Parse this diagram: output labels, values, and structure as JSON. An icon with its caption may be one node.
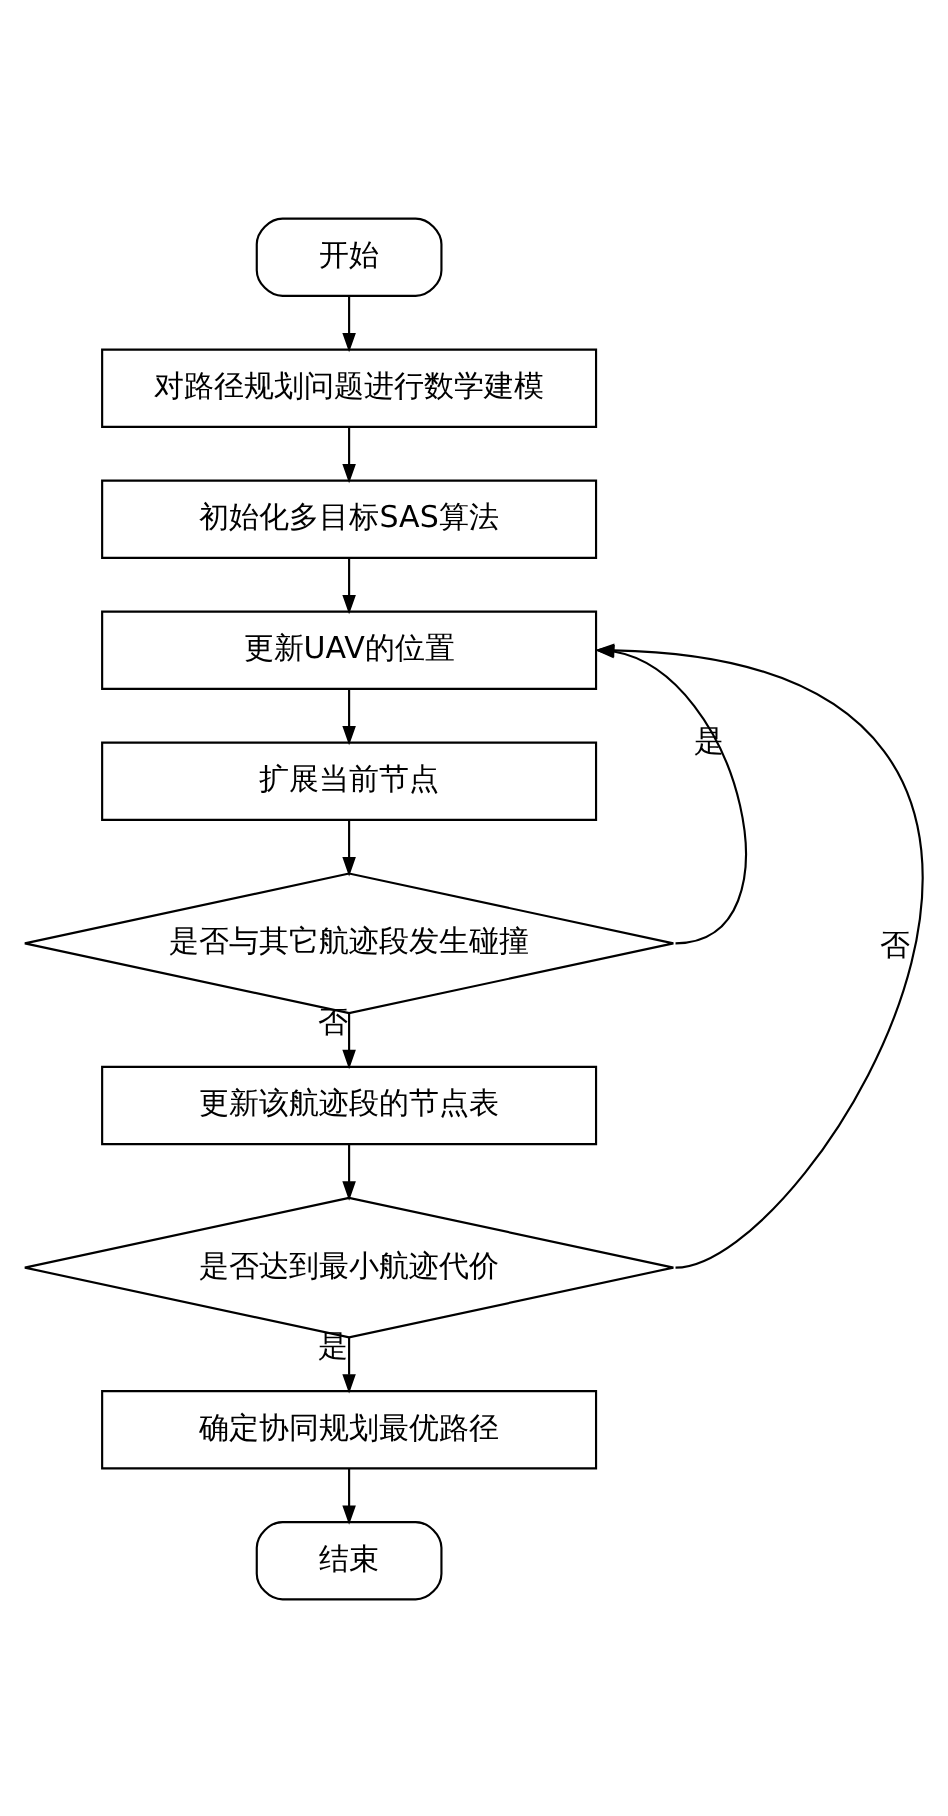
{
  "diagram": {
    "nodes": [
      {
        "text": [
          "开始"
        ]
      },
      {
        "text": [
          "对路径规划问题进行数学建模"
        ]
      },
      {
        "text": [
          "初始化多目标SAS算法"
        ]
      },
      {
        "text": [
          "更新UAV的位置"
        ]
      },
      {
        "text": [
          "扩展当前节点"
        ]
      },
      {
        "text": [
          "是否与其它航迹段发生碰撞"
        ]
      },
      {
        "text": [
          "更新该航迹段的节点表"
        ]
      },
      {
        "text": [
          "是否达到最小航迹代价"
        ]
      },
      {
        "text": [
          "确定协同规划最优路径"
        ]
      },
      {
        "text": [
          "结束"
        ]
      }
    ],
    "edges": [
      {
        "from": 0,
        "to": 1,
        "arrow": "to"
      },
      {
        "from": 1,
        "to": 2,
        "arrow": "to"
      },
      {
        "from": 2,
        "to": 3,
        "arrow": "to"
      },
      {
        "from": 3,
        "to": 4,
        "arrow": "to"
      },
      {
        "from": 4,
        "to": 5,
        "arrow": "to"
      },
      {
        "from": 5,
        "to": 6,
        "arrow": "to",
        "label": "否"
      },
      {
        "from": 6,
        "to": 7,
        "arrow": "to"
      },
      {
        "from": 7,
        "to": 8,
        "arrow": "to",
        "label": "是"
      },
      {
        "from": 8,
        "to": 9,
        "arrow": "to"
      },
      {
        "from": 5,
        "to": 3,
        "arrow": "to",
        "label": "是"
      },
      {
        "from": 7,
        "to": 3,
        "arrow": "to",
        "label": "否"
      }
    ]
  }
}
